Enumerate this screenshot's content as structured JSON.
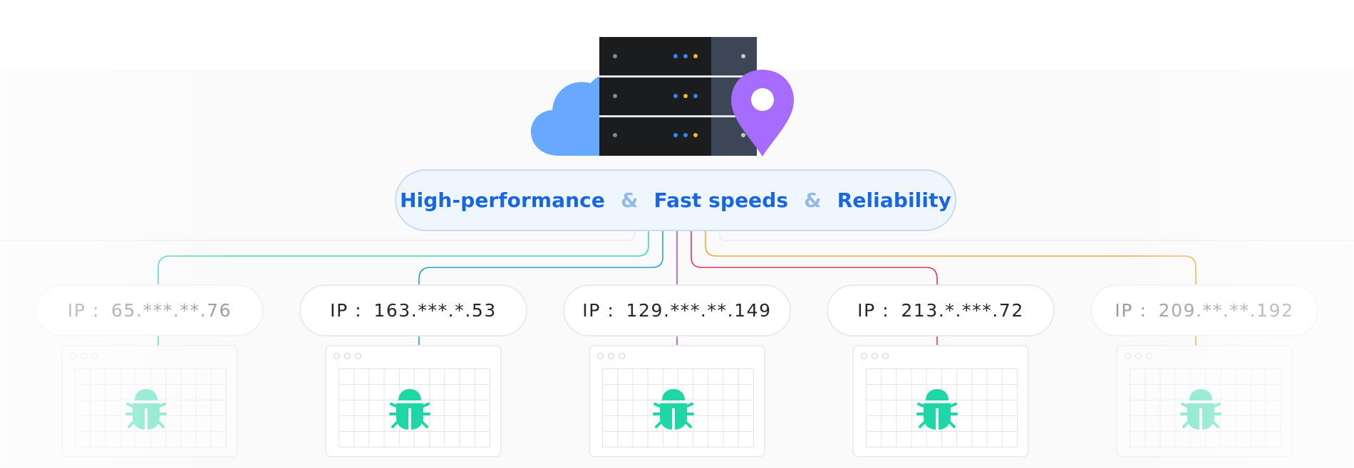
{
  "banner": {
    "features": [
      "High-performance",
      "Fast speeds",
      "Reliability"
    ],
    "separator": "&"
  },
  "ip_prefix": "IP :",
  "proxies": [
    {
      "ip": "65.***.**.76",
      "faded": true
    },
    {
      "ip": "163.***.*.53",
      "faded": false
    },
    {
      "ip": "129.***.**.149",
      "faded": false
    },
    {
      "ip": "213.*.***.72",
      "faded": false
    },
    {
      "ip": "209.**.**.192",
      "faded": true
    }
  ],
  "icons": {
    "cloud": "cloud-icon",
    "server": "server-rack-icon",
    "location": "location-pin-icon",
    "bug": "bug-icon"
  },
  "colors": {
    "banner_text": "#1867e0",
    "cloud": "#69a8ff",
    "pin": "#a66cff",
    "bug": "#1fd6a6",
    "connectors": [
      "#3fd8c5",
      "#2b9bd6",
      "#b04fd0",
      "#e8355a",
      "#f4a93a"
    ]
  }
}
